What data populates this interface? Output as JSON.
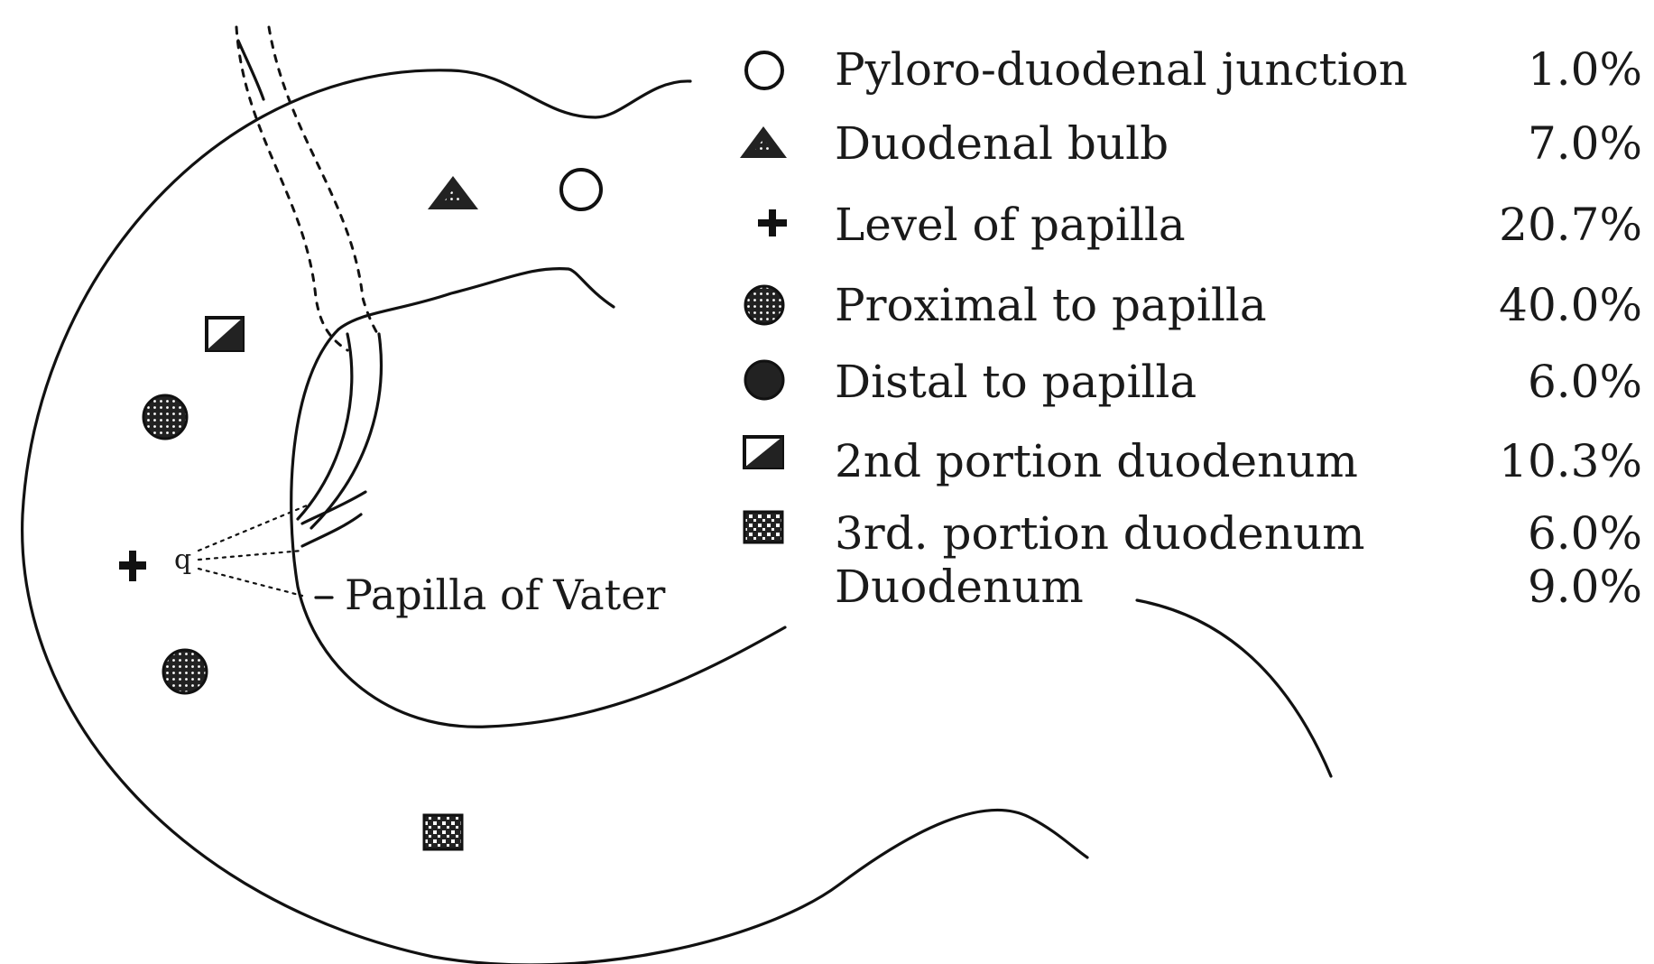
{
  "diagram": {
    "papilla_label": "Papilla of Vater",
    "legend": [
      {
        "icon": "open-circle-icon",
        "label": "Pyloro-duodenal junction",
        "value": "1.0%"
      },
      {
        "icon": "triangle-icon",
        "label": "Duodenal bulb",
        "value": "7.0%"
      },
      {
        "icon": "cross-icon",
        "label": "Level of papilla",
        "value": "20.7%"
      },
      {
        "icon": "dotted-disc-icon",
        "label": "Proximal to papilla",
        "value": "40.0%"
      },
      {
        "icon": "filled-disc-icon",
        "label": "Distal to papilla",
        "value": "6.0%"
      },
      {
        "icon": "half-filled-square-icon",
        "label": "2nd portion duodenum",
        "value": "10.3%"
      },
      {
        "icon": "checkered-square-icon",
        "label": "3rd. portion duodenum",
        "value": "6.0%"
      },
      {
        "icon": "",
        "label": "Duodenum",
        "value": "9.0%"
      }
    ]
  }
}
